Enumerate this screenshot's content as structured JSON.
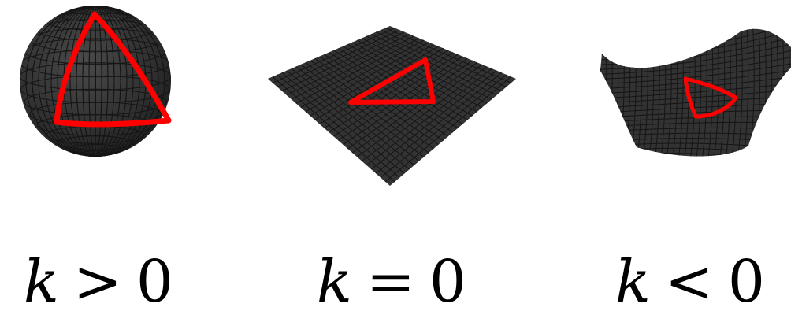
{
  "colors": {
    "surface": "#333333",
    "grid": "#151515",
    "triangle": "#ff0000",
    "background": "#ffffff",
    "text": "#000000"
  },
  "panels": [
    {
      "shape": "sphere",
      "label": {
        "variable": "k",
        "operator": ">",
        "value": "0"
      }
    },
    {
      "shape": "plane",
      "label": {
        "variable": "k",
        "operator": "=",
        "value": "0"
      }
    },
    {
      "shape": "saddle",
      "label": {
        "variable": "k",
        "operator": "<",
        "value": "0"
      }
    }
  ]
}
